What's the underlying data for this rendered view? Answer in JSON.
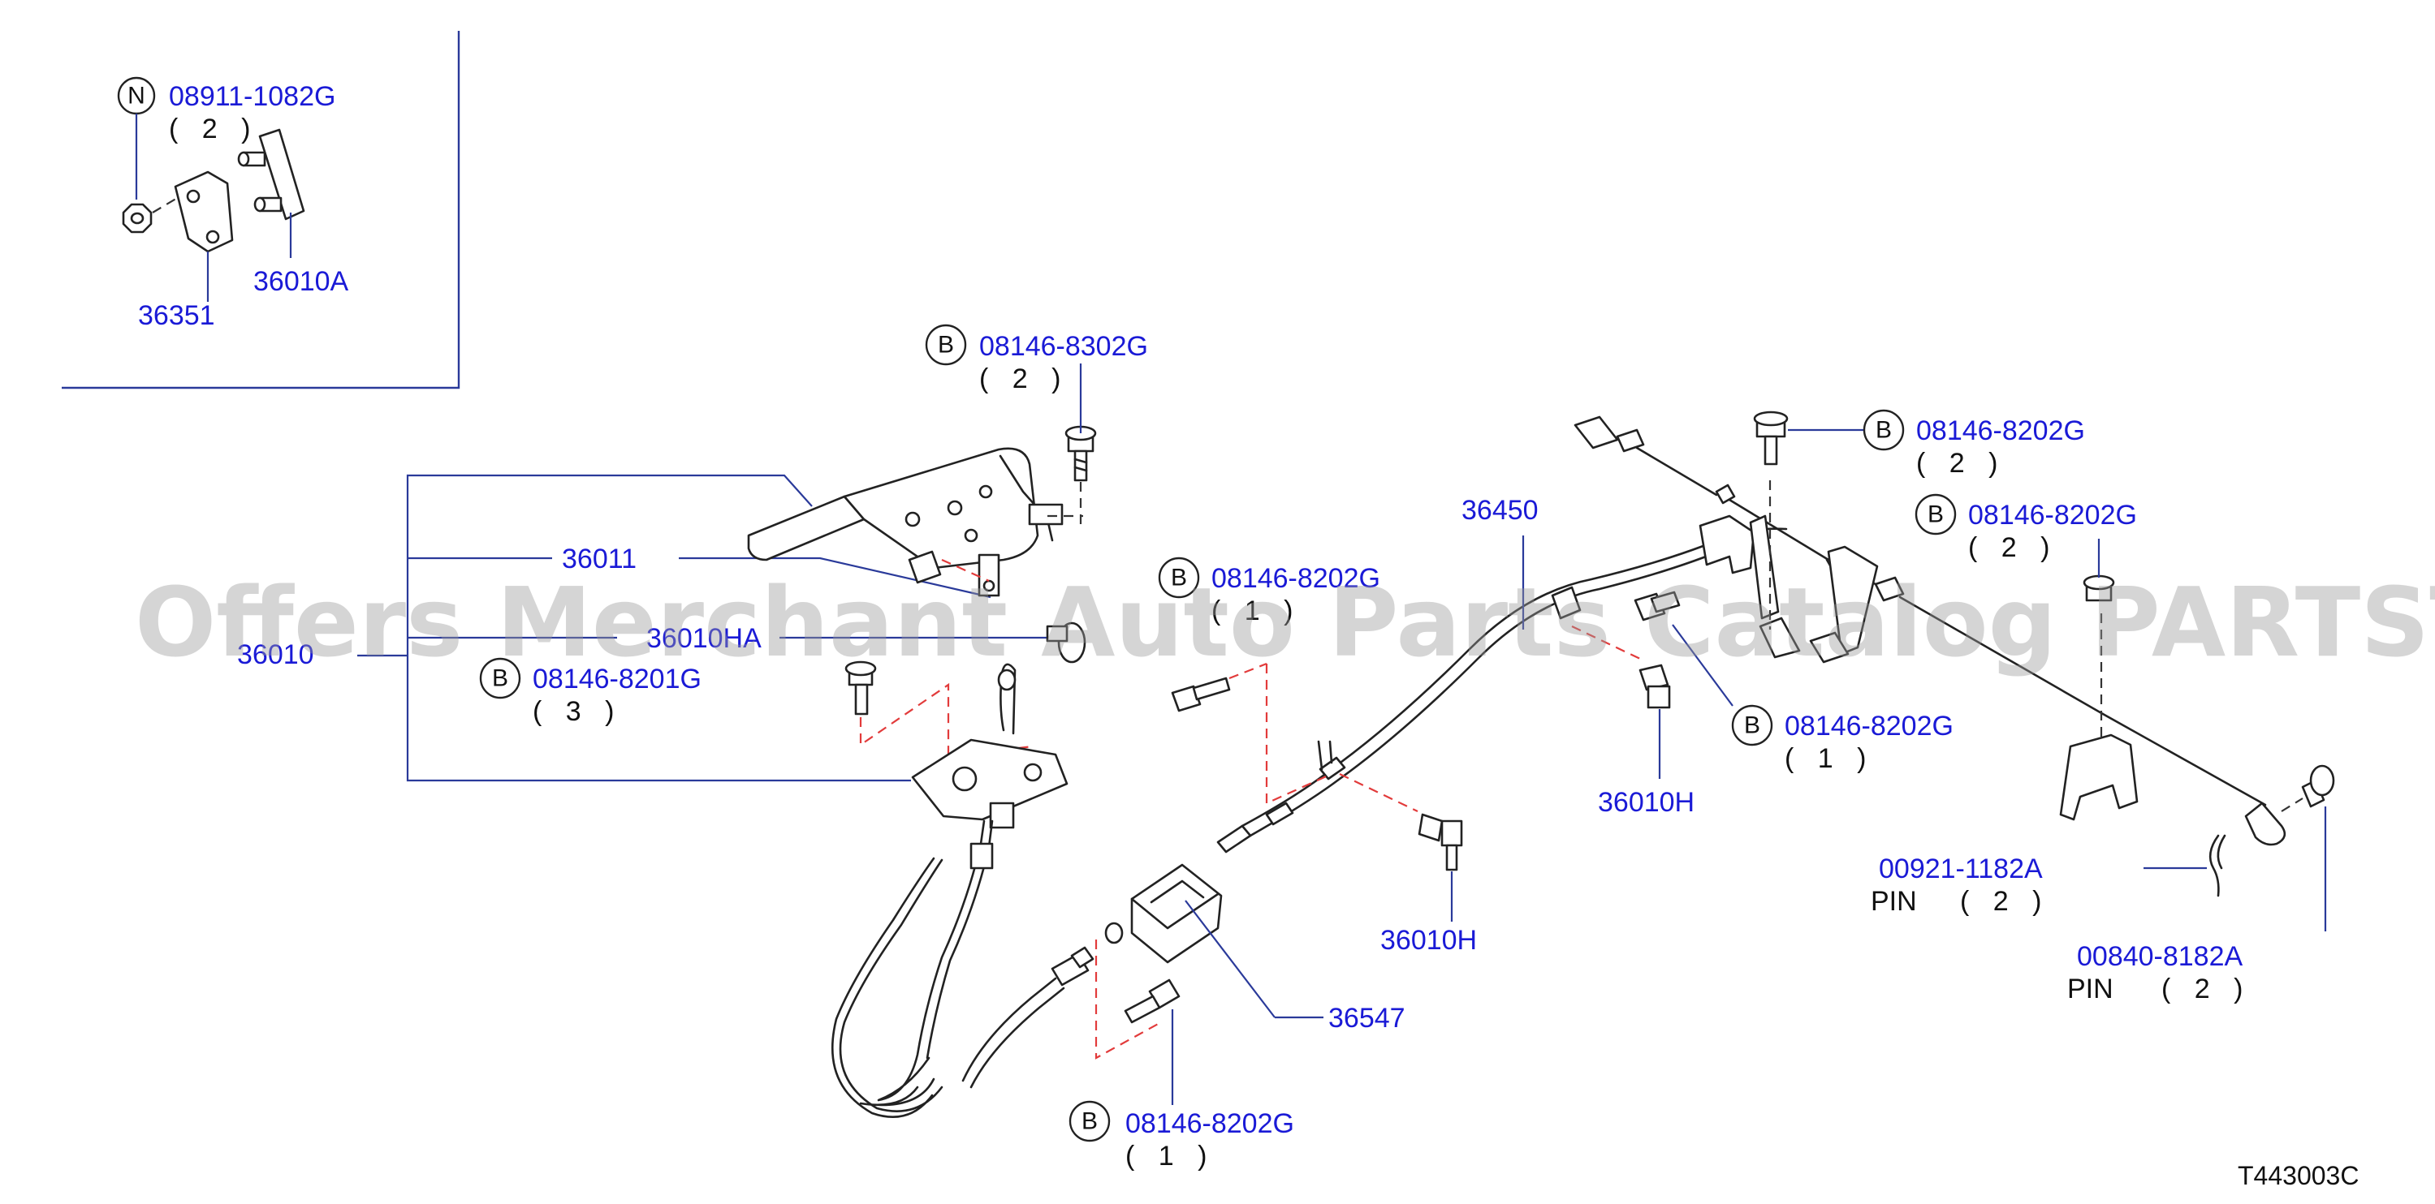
{
  "diagram": {
    "code": "T443003C",
    "watermark": "Offers Merchant Auto Parts Catalog PARTSTORE.SA",
    "badge_letters": {
      "b": "B",
      "n": "N"
    },
    "callouts": {
      "c36010": "36010",
      "c36011": "36011",
      "c36010HA": "36010HA",
      "c36450": "36450",
      "c36547": "36547",
      "c36351": "36351",
      "c36010A": "36010A",
      "c36010H_mid": "36010H",
      "c36010H_right": "36010H",
      "f08911": {
        "part": "08911-1082G",
        "qty": "( 2 )"
      },
      "f08146_8302G": {
        "part": "08146-8302G",
        "qty": "( 2 )"
      },
      "f08146_8202G_upper_mid": {
        "part": "08146-8202G",
        "qty": "( 1 )"
      },
      "f08146_8201G": {
        "part": "08146-8201G",
        "qty": "( 3 )"
      },
      "f08146_8202G_right_top": {
        "part": "08146-8202G",
        "qty": "( 2 )"
      },
      "f08146_8202G_right_second": {
        "part": "08146-8202G",
        "qty": "( 2 )"
      },
      "f08146_8202G_right_mid": {
        "part": "08146-8202G",
        "qty": "( 1 )"
      },
      "f08146_8202G_bottom": {
        "part": "08146-8202G",
        "qty": "( 1 )"
      },
      "f00921": {
        "part": "00921-1182A",
        "kind": "PIN",
        "qty": "( 2 )"
      },
      "f00840": {
        "part": "00840-8182A",
        "kind": "PIN",
        "qty": "( 2 )"
      }
    }
  }
}
